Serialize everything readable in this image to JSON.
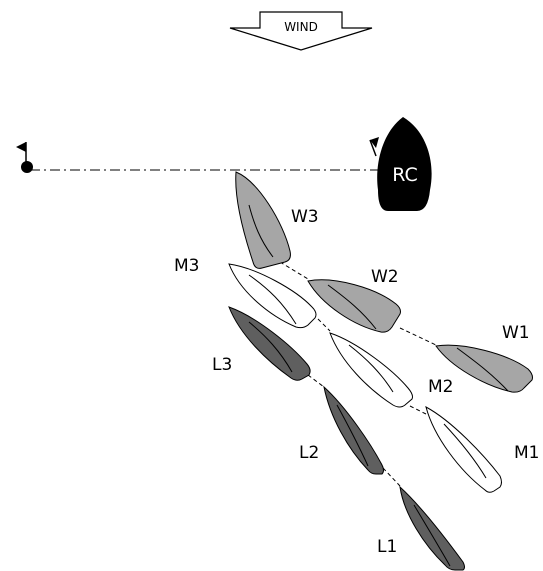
{
  "wind": {
    "label": "WIND"
  },
  "committee_boat": {
    "label": "RC"
  },
  "boats": [
    {
      "id": "W3",
      "label": "W3",
      "color": "#a6a6a6"
    },
    {
      "id": "W2",
      "label": "W2",
      "color": "#a6a6a6"
    },
    {
      "id": "W1",
      "label": "W1",
      "color": "#a6a6a6"
    },
    {
      "id": "M3",
      "label": "M3",
      "color": "#ffffff"
    },
    {
      "id": "M2",
      "label": "M2",
      "color": "#ffffff"
    },
    {
      "id": "M1",
      "label": "M1",
      "color": "#ffffff"
    },
    {
      "id": "L3",
      "label": "L3",
      "color": "#5f5f5f"
    },
    {
      "id": "L2",
      "label": "L2",
      "color": "#5f5f5f"
    },
    {
      "id": "L1",
      "label": "L1",
      "color": "#5f5f5f"
    }
  ]
}
